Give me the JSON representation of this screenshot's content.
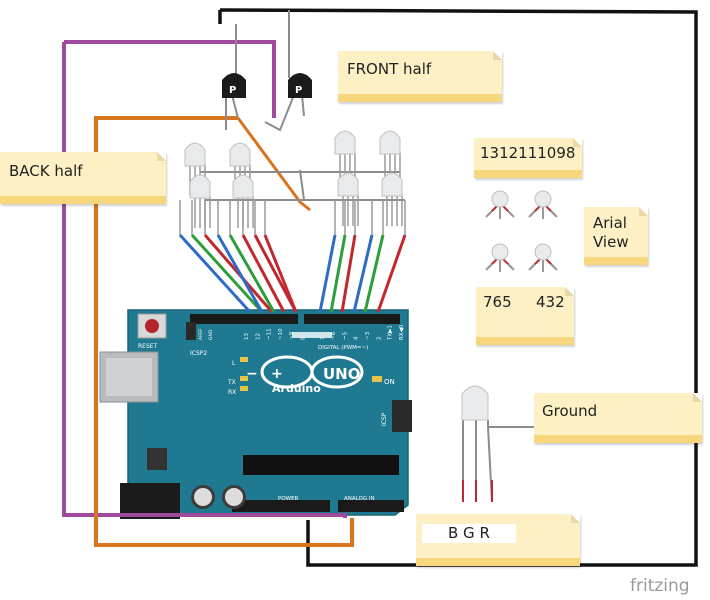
{
  "notes": {
    "front": "FRONT half",
    "back": "BACK half",
    "numbers": "1312111098",
    "arial": "Arial\nView",
    "bottom_left": "765",
    "bottom_right": "432",
    "ground": "Ground",
    "bgr": "B G   R"
  },
  "board": {
    "name": "Arduino",
    "model": "UNO",
    "reset": "RESET",
    "digital": "DIGITAL (PWM=~)",
    "power": "POWER",
    "analog": "ANALOG IN",
    "icsp": "ICSP",
    "icsp2": "ICSP2",
    "on": "ON",
    "tx": "TX",
    "rx": "RX",
    "l": "L",
    "aref": "AREF",
    "gnd": "GND",
    "pins": [
      "13",
      "12",
      "~11",
      "~10",
      "~9",
      "8",
      "7",
      "~6",
      "~5",
      "4",
      "~3",
      "2",
      "TX▶1",
      "RX◀0"
    ]
  },
  "transistor_mark": "P",
  "watermark": "fritzing",
  "colors": {
    "board": "#1f7a91",
    "board_dark": "#186577",
    "wire_purple": "#a14a9d",
    "wire_orange": "#d8731f",
    "wire_black": "#111111",
    "wire_gray": "#8c8c8c",
    "wire_red": "#c0282d",
    "wire_green": "#2e9e3a",
    "wire_blue": "#2e6bc4",
    "note": "#fdf0c4",
    "note_strip": "#f6d77e"
  }
}
